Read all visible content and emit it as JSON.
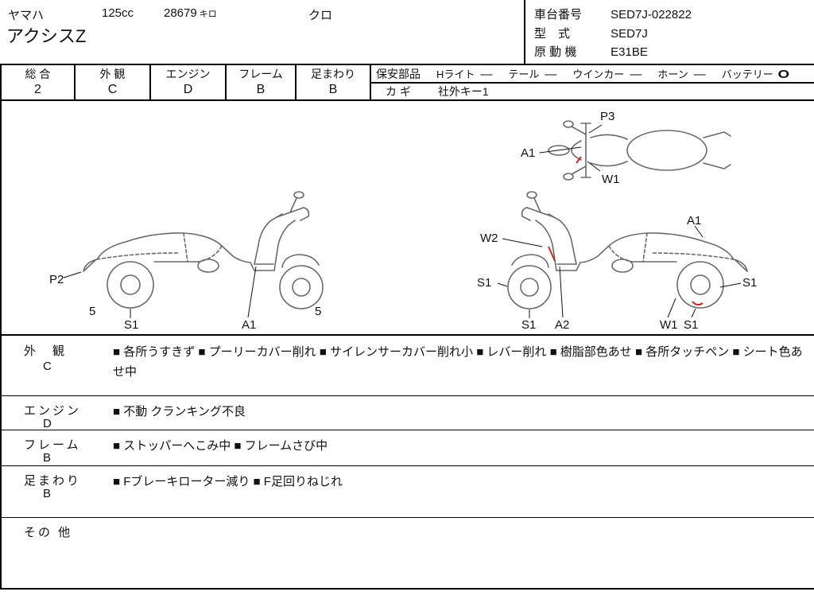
{
  "header": {
    "maker": "ヤマハ",
    "displacement": "125cc",
    "mileage": "28679",
    "mileage_unit": "キロ",
    "color": "クロ",
    "model_name": "アクシスZ",
    "chassis_label": "車台番号",
    "chassis_value": "SED7J-022822",
    "model_code_label": "型　式",
    "model_code_value": "SED7J",
    "engine_code_label": "原 動 機",
    "engine_code_value": "E31BE"
  },
  "grade_bar": {
    "cells": [
      {
        "label": "総 合",
        "value": "2"
      },
      {
        "label": "外 観",
        "value": "C"
      },
      {
        "label": "エンジン",
        "value": "D"
      },
      {
        "label": "フレーム",
        "value": "B"
      },
      {
        "label": "足まわり",
        "value": "B"
      }
    ],
    "safety_label": "保安部品",
    "safety_items": [
      {
        "name": "Hライト",
        "status": "—"
      },
      {
        "name": "テール",
        "status": "—"
      },
      {
        "name": "ウインカー",
        "status": "—"
      },
      {
        "name": "ホーン",
        "status": "—"
      },
      {
        "name": "バッテリー",
        "status": "O"
      }
    ],
    "key_label": "カ ギ",
    "key_value": "社外キー1"
  },
  "diagram": {
    "top_view": {
      "p3": "P3",
      "a1": "A1",
      "w1": "W1"
    },
    "left_view": {
      "p2": "P2",
      "five_rear": "5",
      "s1": "S1",
      "a1": "A1",
      "five_front": "5"
    },
    "right_view": {
      "w2": "W2",
      "a1": "A1",
      "s1_front_side": "S1",
      "s1_front": "S1",
      "a2": "A2",
      "w1": "W1",
      "s1_rear": "S1",
      "s1_rear_side": "S1"
    }
  },
  "comments": [
    {
      "section": "外　観",
      "grade": "C",
      "text": "■ 各所うすきず ■ プーリーカバー削れ ■ サイレンサーカバー削れ小 ■ レバー削れ ■ 樹脂部色あせ ■ 各所タッチペン ■ シート色あせ中"
    },
    {
      "section": "エンジン",
      "grade": "D",
      "text": "■ 不動 クランキング不良"
    },
    {
      "section": "フレーム",
      "grade": "B",
      "text": "■ ストッパーへこみ中 ■ フレームさび中"
    },
    {
      "section": "足まわり",
      "grade": "B",
      "text": "■ Fブレーキローター減り ■ F足回りねじれ"
    },
    {
      "section": "その 他",
      "grade": "",
      "text": ""
    }
  ],
  "colors": {
    "line": "#6a6a6a",
    "damage_mark": "#c62828",
    "ink": "#111111",
    "border": "#000000"
  }
}
